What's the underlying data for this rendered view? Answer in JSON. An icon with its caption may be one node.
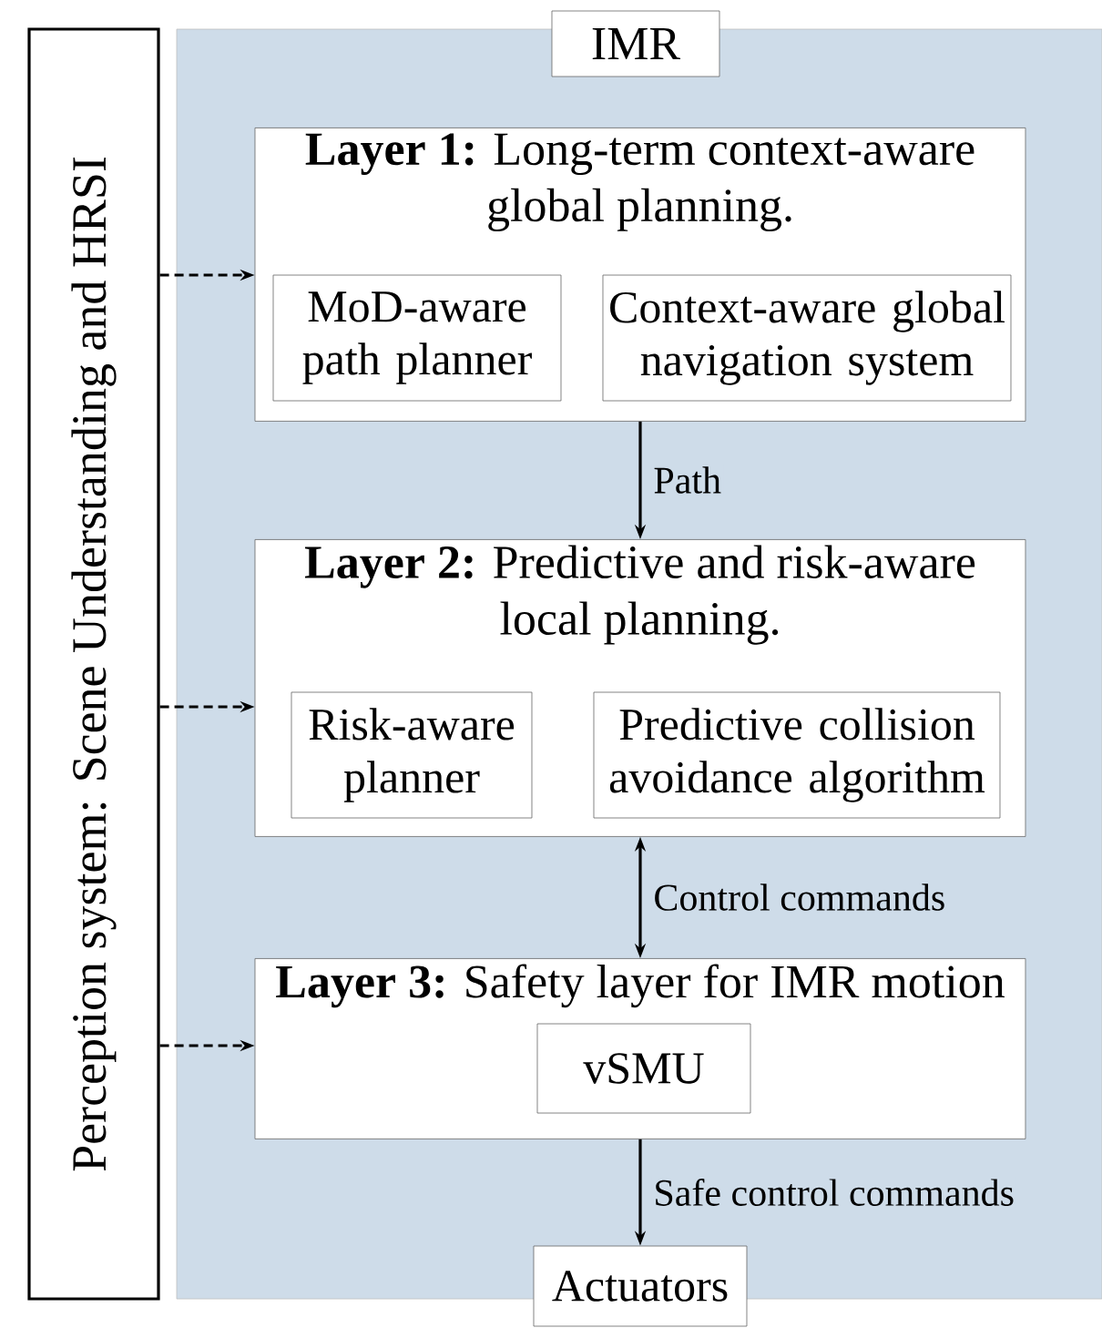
{
  "diagram": {
    "nodes": [
      {
        "text": [
          "Perception system: Scene Understanding and HRSI"
        ]
      },
      {
        "text": [
          "IMR"
        ]
      },
      {
        "text": [
          "**Layer 1:** Long-term context-aware global planning."
        ],
        "in": 1
      },
      {
        "text": [
          "MoD-aware path planner"
        ],
        "in": 2
      },
      {
        "text": [
          "Context-aware global navigation system"
        ],
        "in": 2
      },
      {
        "text": [
          "**Layer 2:** Predictive and risk-aware local planning."
        ],
        "in": 1
      },
      {
        "text": [
          "Risk-aware planner"
        ],
        "in": 5
      },
      {
        "text": [
          "Predictive collision avoidance algorithm"
        ],
        "in": 5
      },
      {
        "text": [
          "**Layer 3:** Safety layer for IMR motion"
        ],
        "in": 1
      },
      {
        "text": [
          "vSMU"
        ],
        "in": 8
      },
      {
        "text": [
          "Actuators"
        ]
      }
    ],
    "edges": [
      {
        "from": 0,
        "to": 2,
        "arrow": "to",
        "style": "dashed"
      },
      {
        "from": 0,
        "to": 5,
        "arrow": "to",
        "style": "dashed"
      },
      {
        "from": 0,
        "to": 8,
        "arrow": "to",
        "style": "dashed"
      },
      {
        "from": 2,
        "to": 5,
        "arrow": "to",
        "label": "Path"
      },
      {
        "from": 5,
        "to": 8,
        "arrow": "both",
        "label": "Control commands"
      },
      {
        "from": 8,
        "to": 10,
        "arrow": "to",
        "label": "Safe control commands"
      }
    ]
  }
}
